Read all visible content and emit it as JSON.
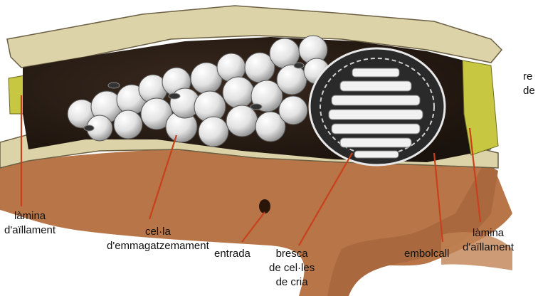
{
  "colors": {
    "leader": "#c8401c",
    "soil": "#b77548",
    "soil_dark": "#8f5330",
    "chamber": "#2b1d14",
    "bark": "#ddd3a8",
    "insulation": "#c7c742",
    "cell": "#ebebeb",
    "comb": "#f1f1f1"
  },
  "labels": {
    "insulation_left": [
      "làmina",
      "d'aïllament"
    ],
    "storage_cell": [
      "cel·la",
      "d'emmagatzemament"
    ],
    "entrance": [
      "entrada"
    ],
    "brood_comb": [
      "bresca",
      "de cel·les",
      "de cria"
    ],
    "envelope": [
      "embolcall"
    ],
    "insulation_right": [
      "làmina",
      "d'aïllament"
    ],
    "cropped_top_right": [
      "re",
      "de"
    ]
  }
}
